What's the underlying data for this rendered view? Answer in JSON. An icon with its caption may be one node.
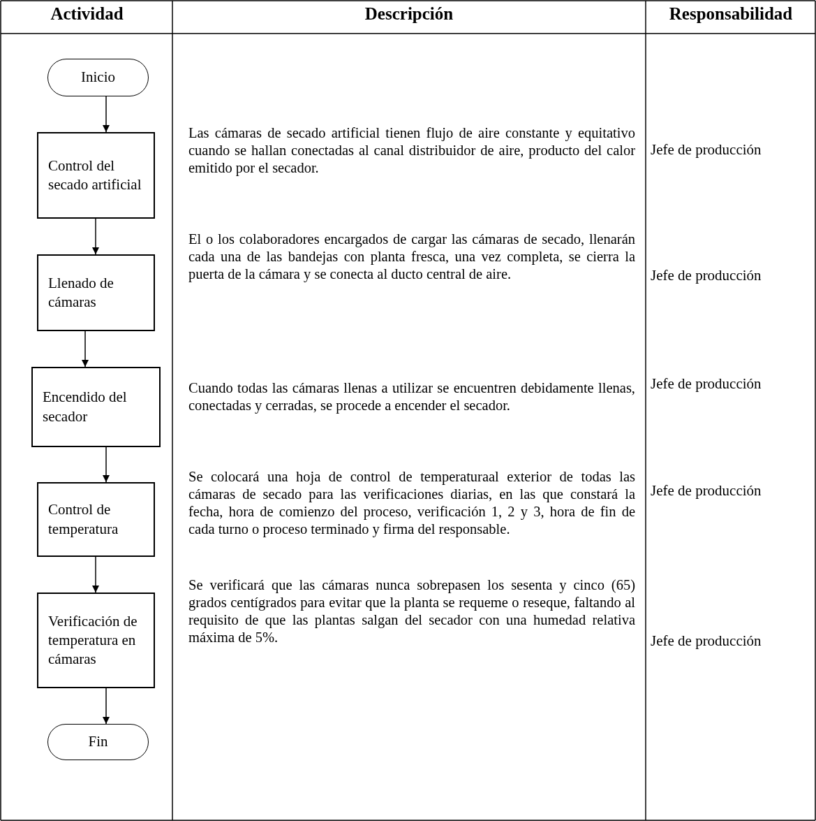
{
  "diagram": {
    "nodes": [
      {
        "text": [
          "Inicio"
        ]
      },
      {
        "text": [
          "Control del secado artificial"
        ]
      },
      {
        "text": [
          "Llenado de cámaras"
        ]
      },
      {
        "text": [
          "Encendido del secador"
        ]
      },
      {
        "text": [
          "Control de temperatura"
        ]
      },
      {
        "text": [
          "Verificación de temperatura en cámaras"
        ]
      },
      {
        "text": [
          "Fin"
        ]
      }
    ],
    "edges": [
      {
        "from": 0,
        "to": 1,
        "arrow": "to"
      },
      {
        "from": 1,
        "to": 2,
        "arrow": "to"
      },
      {
        "from": 2,
        "to": 3,
        "arrow": "to"
      },
      {
        "from": 3,
        "to": 4,
        "arrow": "to"
      },
      {
        "from": 4,
        "to": 5,
        "arrow": "to"
      },
      {
        "from": 5,
        "to": 6,
        "arrow": "to"
      }
    ],
    "labels": [
      "Actividad",
      "Descripción",
      "Responsabilidad",
      "Las cámaras de secado artificial tienen flujo de aire constante y equitativo cuando se hallan conectadas al canal distribuidor de aire, producto del calor emitido por el secador.",
      "Jefe de producción",
      "El o los colaboradores encargados de cargar las cámaras de secado, llenarán cada una de las bandejas con planta fresca, una vez completa, se cierra la puerta de la cámara y se conecta al ducto central de aire.",
      "Jefe de producción",
      "Cuando todas las cámaras llenas a utilizar se encuentren debidamente llenas, conectadas y cerradas, se procede a encender el secador.",
      "Jefe de producción",
      "Se colocará una hoja de control de temperaturaal exterior de todas las cámaras de secado para las verificaciones diarias, en las que constará la fecha, hora de comienzo del proceso, verificación 1, 2 y 3, hora de fin de cada turno o proceso terminado y firma del responsable.",
      "Jefe de producción",
      "Se verificará que las cámaras nunca sobrepasen los sesenta y cinco (65) grados centígrados para evitar que la planta se requeme o reseque, faltando al requisito de que las plantas salgan del secador con una humedad relativa máxima de 5%.",
      "Jefe de producción"
    ]
  }
}
